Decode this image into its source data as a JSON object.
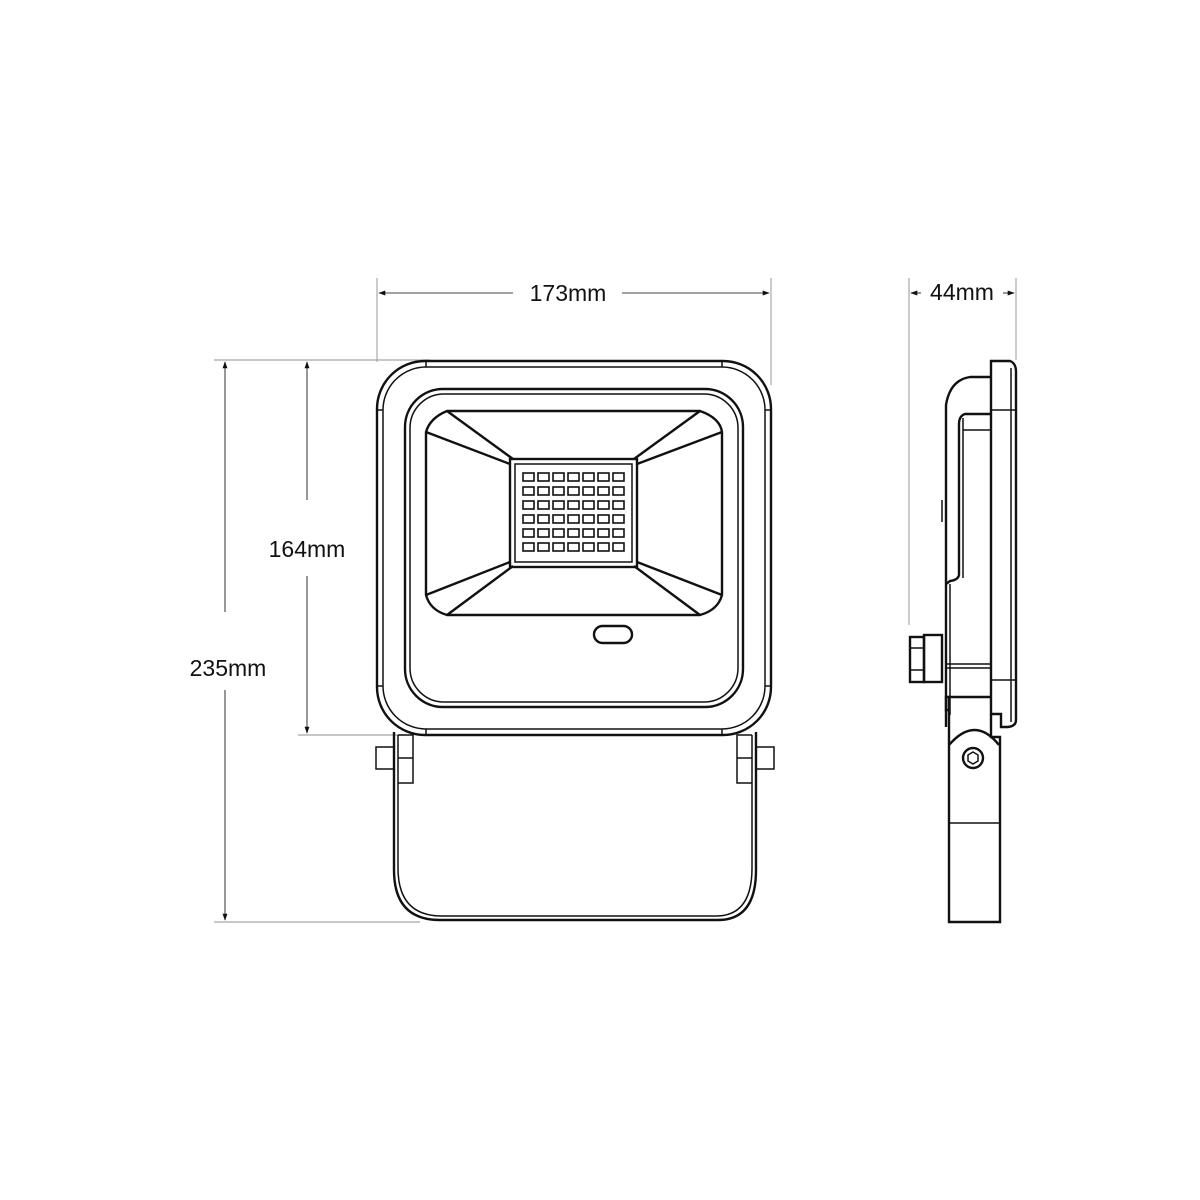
{
  "drawing": {
    "title": "LED floodlight dimension drawing",
    "colors": {
      "background": "#ffffff",
      "outline": "#111111",
      "extension_line": "#a8a8a8",
      "dimension_line": "#444444"
    },
    "dimensions": {
      "width": {
        "label": "173mm",
        "value_mm": 173
      },
      "depth": {
        "label": "44mm",
        "value_mm": 44
      },
      "head_height": {
        "label": "164mm",
        "value_mm": 164
      },
      "total_height": {
        "label": "235mm",
        "value_mm": 235
      }
    },
    "front_view": {
      "led_grid": {
        "rows": 6,
        "columns": 7
      },
      "sensor_window": "oval-sensor"
    },
    "side_view": {
      "features": [
        "cable-gland",
        "mounting-bracket",
        "hex-bolt"
      ]
    }
  }
}
